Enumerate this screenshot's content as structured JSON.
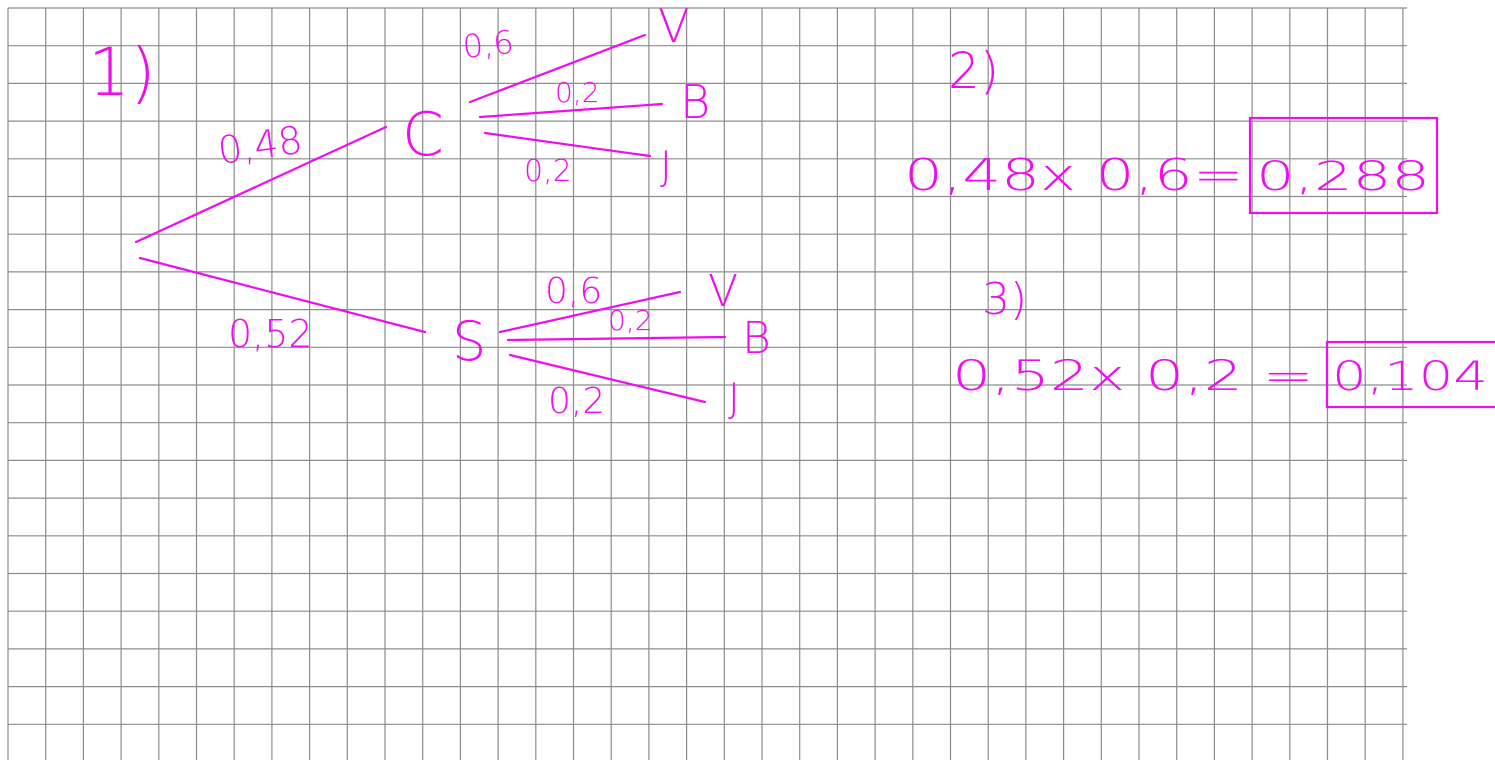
{
  "colors": {
    "ink": "#f00cf0",
    "grid_line": "#8c8c8c",
    "paper": "#ffffff"
  },
  "part1": {
    "label": "1)",
    "root_branches": [
      {
        "node": "C",
        "probability": "0,48"
      },
      {
        "node": "S",
        "probability": "0,52"
      }
    ],
    "c_branches": [
      {
        "node": "V",
        "probability": "0,6"
      },
      {
        "node": "B",
        "probability": "0,2"
      },
      {
        "node": "J",
        "probability": "0,2"
      }
    ],
    "s_branches": [
      {
        "node": "V",
        "probability": "0,6"
      },
      {
        "node": "B",
        "probability": "0,2"
      },
      {
        "node": "J",
        "probability": "0,2"
      }
    ]
  },
  "part2": {
    "label": "2)",
    "expression": "0,48x 0,6=",
    "result": "0,288"
  },
  "part3": {
    "label": "3)",
    "expression": "0,52x 0,2 =",
    "result": "0,104"
  }
}
